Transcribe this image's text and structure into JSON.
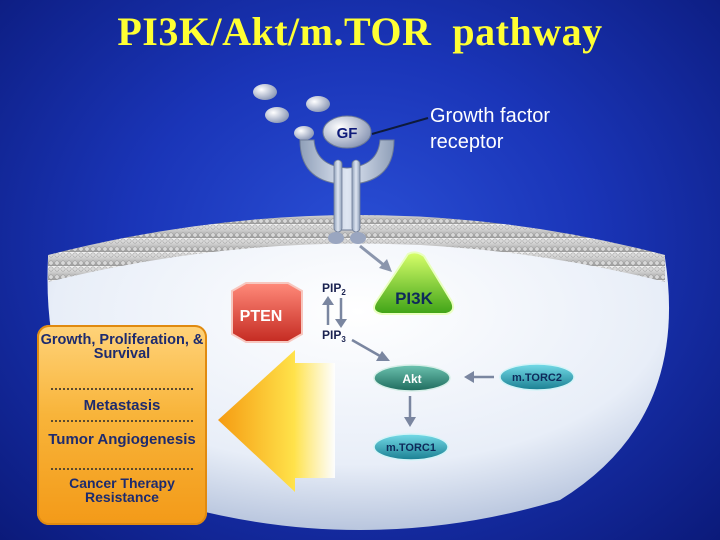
{
  "title": "PI3K/Akt/m.TOR  pathway",
  "receptor_label": "Growth factor receptor",
  "nodes": {
    "gf": "GF",
    "pten": "PTEN",
    "pi3k": "PI3K",
    "akt": "Akt",
    "mtorc1": "m.TORC1",
    "mtorc2": "m.TORC2",
    "pip2": "PIP",
    "pip2_sub": "2",
    "pip3": "PIP",
    "pip3_sub": "3"
  },
  "outcomes": [
    "Growth, Proliferation, & Survival",
    "Metastasis",
    "Tumor Angiogenesis",
    "Cancer Therapy Resistance"
  ],
  "colors": {
    "title": "#ffff33",
    "pten": "#e8473a",
    "pi3k": "#7fd62a",
    "akt_node": "#2f8f7f",
    "mtorc": "#2aa7b8",
    "outcome_panel": "#f8b43a"
  }
}
